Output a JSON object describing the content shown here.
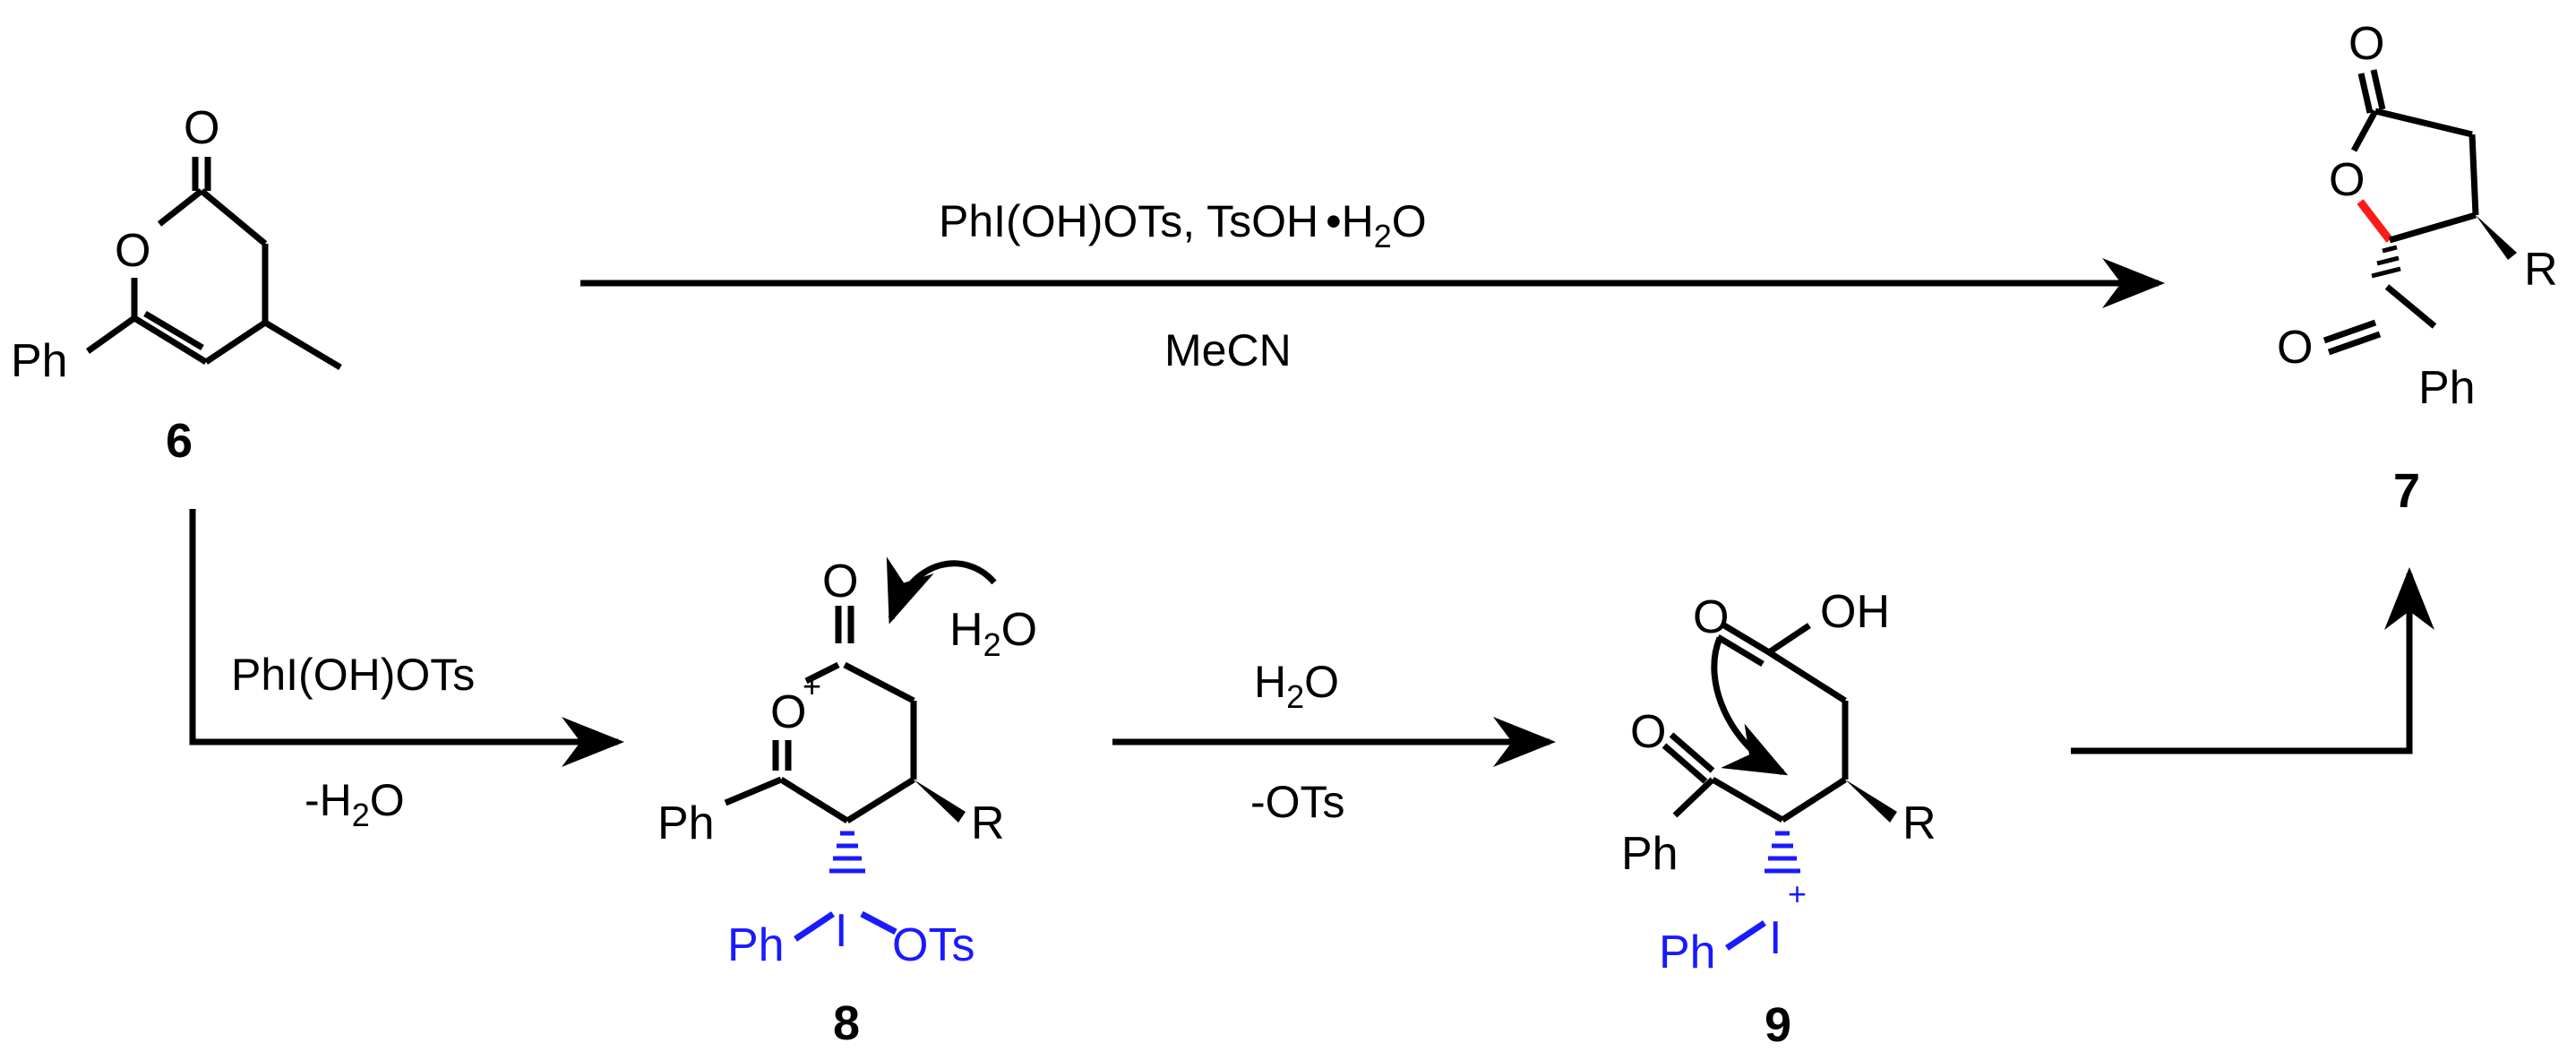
{
  "compounds": {
    "c6": "6",
    "c7": "7",
    "c8": "8",
    "c9": "9"
  },
  "atoms": {
    "O": "O",
    "Ph": "Ph",
    "R": "R",
    "OH": "OH",
    "I": "I",
    "OTs": "OTs",
    "plus": "+"
  },
  "reagents": {
    "top_above": "PhI(OH)OTs,  TsOH",
    "top_bullet": "•",
    "top_h2o_h": "H",
    "top_h2o_2": "2",
    "top_h2o_o": "O",
    "top_below": "MeCN",
    "left_above": "PhI(OH)OTs",
    "left_below_minus_h": "-H",
    "left_below_2": "2",
    "left_below_o": "O",
    "mid_above_h": "H",
    "mid_above_2": "2",
    "mid_above_o": "O",
    "mid_below": "-OTs",
    "water_h": "H",
    "water_2": "2",
    "water_o": "O"
  },
  "colors": {
    "hypervalent_iodine": "#1a1aff",
    "new_bond": "#ff1a1a",
    "default": "#000000"
  }
}
